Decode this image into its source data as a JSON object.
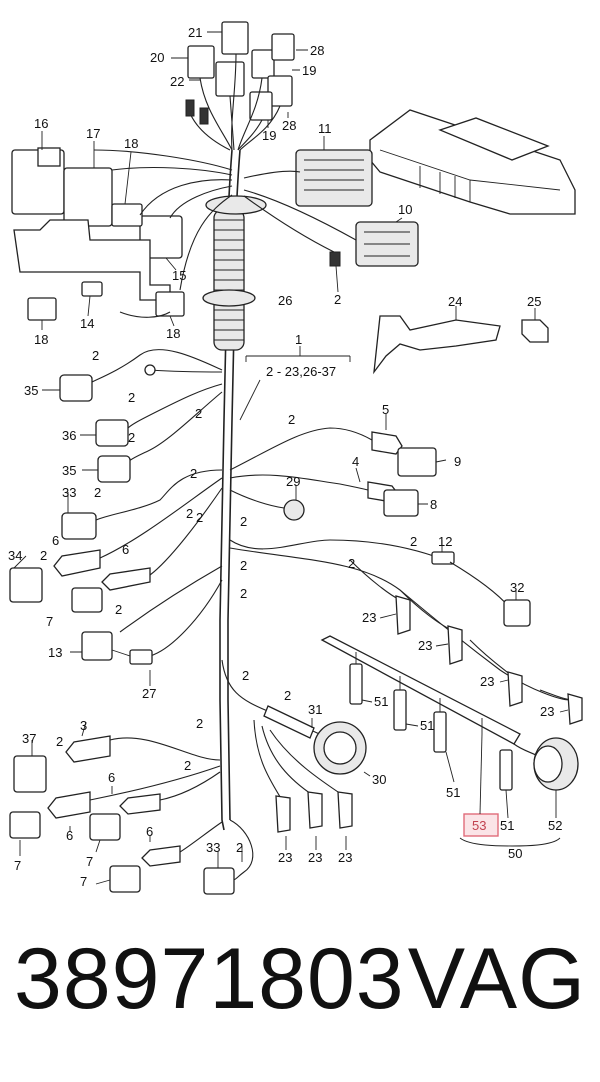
{
  "callouts": {
    "c1": "1",
    "c1_range": "2 - 23,26-37",
    "c2": "2",
    "c3": "3",
    "c4": "4",
    "c5": "5",
    "c6": "6",
    "c7": "7",
    "c8": "8",
    "c9": "9",
    "c10": "10",
    "c11": "11",
    "c12": "12",
    "c13": "13",
    "c14": "14",
    "c15": "15",
    "c16": "16",
    "c17": "17",
    "c18": "18",
    "c19": "19",
    "c20": "20",
    "c21": "21",
    "c22": "22",
    "c23": "23",
    "c24": "24",
    "c25": "25",
    "c26": "26",
    "c27": "27",
    "c28": "28",
    "c29": "29",
    "c30": "30",
    "c31": "31",
    "c32": "32",
    "c33": "33",
    "c34": "34",
    "c35": "35",
    "c36": "36",
    "c37": "37",
    "c50": "50",
    "c51": "51",
    "c52": "52",
    "c53": "53"
  },
  "highlight": {
    "label": "53",
    "color": "#e06b7a"
  },
  "footer": {
    "part_number": "38971803",
    "brand": "VAG"
  }
}
